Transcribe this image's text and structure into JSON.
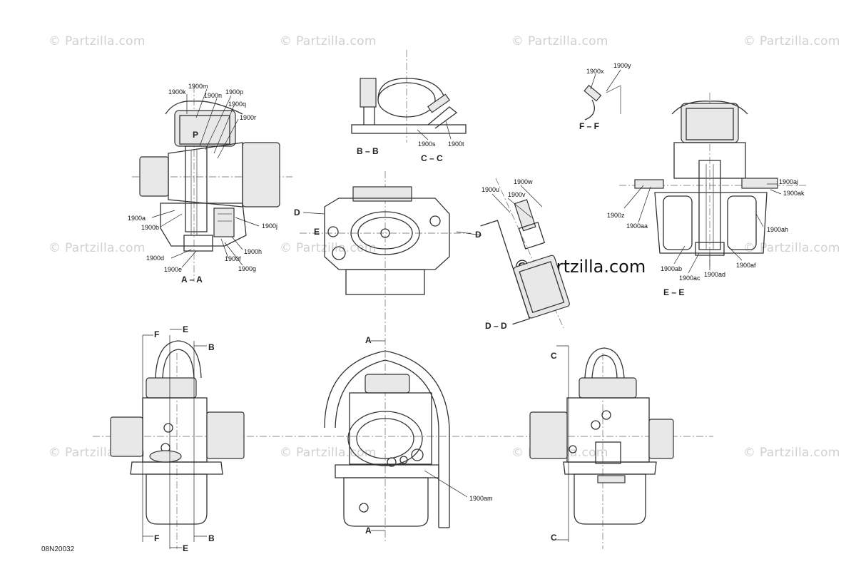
{
  "watermark": "© Partzilla.com",
  "diagram_code": "08N20032",
  "part_labels": {
    "p1900a": "1900a",
    "p1900b": "1900b",
    "p1900d": "1900d",
    "p1900e": "1900e",
    "p1900f": "1900f",
    "p1900g": "1900g",
    "p1900h": "1900h",
    "p1900j": "1900j",
    "p1900k": "1900k",
    "p1900m": "1900m",
    "p1900n": "1900n",
    "p1900p": "1900p",
    "p1900q": "1900q",
    "p1900r": "1900r",
    "p1900s": "1900s",
    "p1900t": "1900t",
    "p1900u": "1900u",
    "p1900v": "1900v",
    "p1900w": "1900w",
    "p1900x": "1900x",
    "p1900y": "1900y",
    "p1900z": "1900z",
    "p1900aa": "1900aa",
    "p1900ab": "1900ab",
    "p1900ac": "1900ac",
    "p1900ad": "1900ad",
    "p1900af": "1900af",
    "p1900ah": "1900ah",
    "p1900aj": "1900aj",
    "p1900ak": "1900ak",
    "p1900am": "1900am"
  },
  "section_labels": {
    "aa": "A – A",
    "bb": "B – B",
    "cc": "C – C",
    "dd": "D – D",
    "ee": "E – E",
    "ff": "F – F",
    "a": "A",
    "b": "B",
    "c": "C",
    "d": "D",
    "e": "E",
    "f": "F",
    "p": "P"
  }
}
